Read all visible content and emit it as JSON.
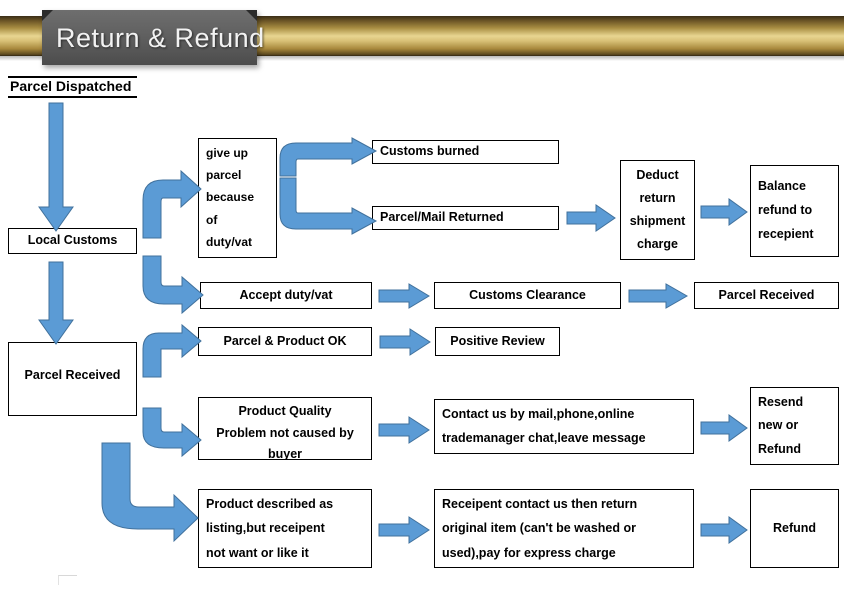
{
  "banner": {
    "title": "Return & Refund",
    "bar_color": "#d9c177",
    "ribbon_color": "#5d5d5d"
  },
  "theme": {
    "arrow_fill": "#5B9BD5",
    "arrow_stroke": "#41719C",
    "node_border": "#000000",
    "node_background": "#ffffff"
  },
  "nodes": {
    "dispatched": "Parcel Dispatched",
    "local_customs": "Local Customs",
    "parcel_received_left": "Parcel Received",
    "give_up": "give up parcel because of duty/vat",
    "give_up_lines": [
      "give up",
      "parcel",
      "because",
      "of",
      "duty/vat"
    ],
    "customs_burned": "Customs burned",
    "parcel_mail_returned": "Parcel/Mail Returned",
    "deduct_charge": "Deduct return shipment charge",
    "deduct_charge_lines": [
      "Deduct",
      "return",
      "shipment",
      "charge"
    ],
    "balance_refund": "Balance refund to recepient",
    "balance_refund_lines": [
      "Balance",
      "refund to",
      "recepient"
    ],
    "accept_duty": "Accept duty/vat",
    "customs_clearance": "Customs Clearance",
    "parcel_received_right": "Parcel Received",
    "parcel_product_ok": "Parcel & Product OK",
    "positive_review": "Positive Review",
    "quality_problem": "Product Quality Problem not caused by buyer",
    "quality_problem_lines": [
      "Product Quality",
      "Problem not caused by",
      "buyer"
    ],
    "contact_us": "Contact us by mail,phone,online trademanager chat,leave message",
    "contact_us_lines": [
      "Contact us by mail,phone,online",
      "trademanager chat,leave message"
    ],
    "resend_or_refund": "Resend new or Refund",
    "resend_or_refund_lines": [
      "Resend",
      "new or",
      "Refund"
    ],
    "product_described": "Product described as listing,but receipent not want or like it",
    "product_described_lines": [
      "Product described as",
      "listing,but receipent",
      "not want or like it"
    ],
    "receipent_return": "Receipent contact us then return original item (can't be washed or used),pay for express charge",
    "receipent_return_lines": [
      "Receipent contact us then return",
      "original item (can't be washed or",
      "used),pay for express charge"
    ],
    "refund": "Refund"
  }
}
